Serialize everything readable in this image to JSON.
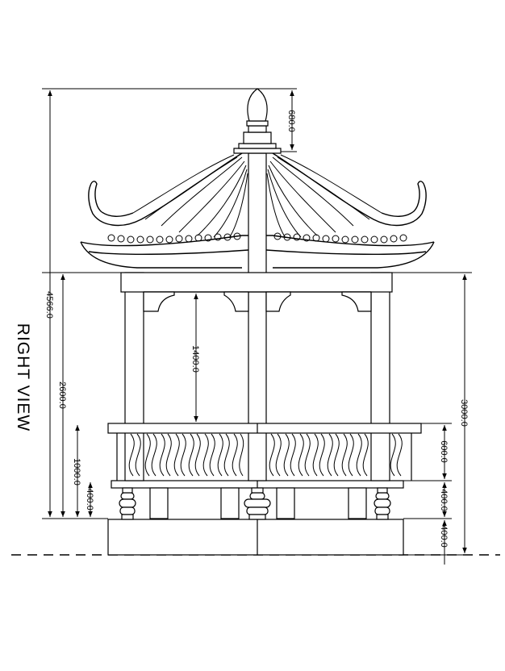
{
  "view_label": "RIGHT VIEW",
  "dimensions": {
    "finial_height": "680.0",
    "total_height": "4566.0",
    "column_height": "2600.0",
    "bracket_to_seat": "1400.0",
    "seat_to_ground": "1000.0",
    "base_rail": "400.0",
    "eave_to_ground": "3000.0",
    "railing_height": "600.0",
    "lower_rail": "400.0",
    "plinth_height": "400.0"
  },
  "colors": {
    "line": "#000000",
    "background": "#ffffff"
  }
}
